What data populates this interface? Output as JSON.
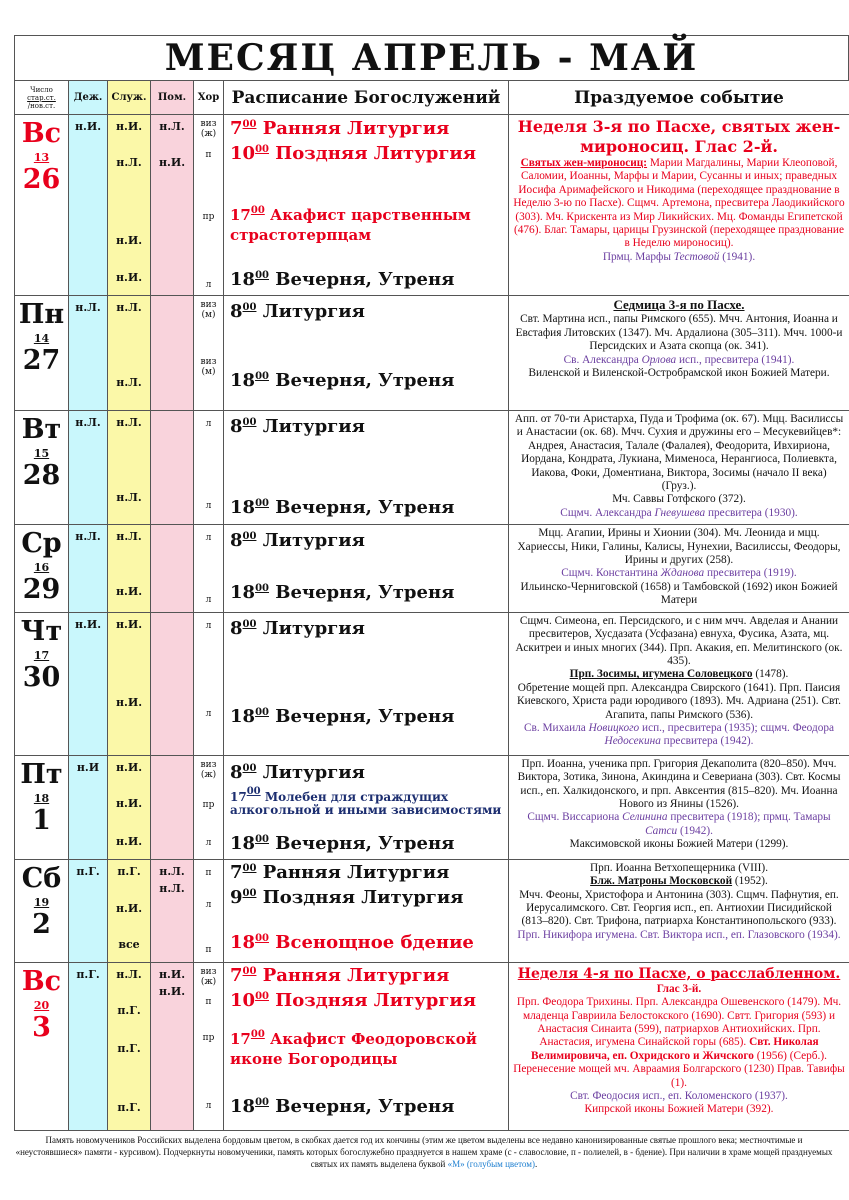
{
  "title": "МЕСЯЦ АПРЕЛЬ - МАЙ",
  "header": {
    "date": "Число",
    "old": "стар.ст.",
    "new": "/нов.ст.",
    "duty": "Деж.",
    "serve": "Служ.",
    "assist": "Пом.",
    "choir": "Хор",
    "schedule": "Расписание Богослужений",
    "event": "Праздуемое событие"
  },
  "colors": {
    "red": "#e8001c",
    "purple": "#6b3ea0",
    "navy": "#1c2e70",
    "blue": "#1e7fd0",
    "duty": "#c9f7fc",
    "serve": "#fbf8a8",
    "assist": "#f9d3dc"
  },
  "days": [
    {
      "weekday": "Вс",
      "old": "13",
      "new": "26",
      "holiday": true,
      "duty": [
        "н.И."
      ],
      "serve": [
        "н.И.",
        "н.Л.",
        "н.И.",
        "н.И."
      ],
      "assist": [
        "н.Л.",
        "н.И."
      ],
      "choir": [
        "виз (ж)",
        "п",
        "пр",
        "л"
      ],
      "services": [
        {
          "h": "7",
          "m": "00",
          "text": "Ранняя Литургия",
          "k": "red"
        },
        {
          "h": "10",
          "m": "00",
          "text": "Поздняя Литургия",
          "k": "red"
        },
        {
          "h": "17",
          "m": "00",
          "text": "Акафист царственным страстотерпцам",
          "k": "red"
        },
        {
          "h": "18",
          "m": "00",
          "text": "Вечерня, Утреня",
          "k": "black"
        }
      ],
      "event": [
        [
          {
            "t": "Неделя 3-я по Пасхе, святых жен-мироносиц. Глас 2-й.",
            "s": "title"
          }
        ],
        [
          {
            "t": "Святых жен-мироносиц:",
            "s": "red-bu"
          },
          {
            "t": " Марии Магдалины, Марии Клеоповой, Саломии, Иоанны, Марфы и Марии, Сусанны и иных; праведных Иосифа Аримафейского и Никодима (переходящее празднование в Неделю 3-ю по Пасхе). Сщмч. Артемона, пресвитера Лаодикийского (303). Мч. Крискента из Мир Ликийских. Мц. Фоманды Египетской (476). Благ. Тамары, царицы Грузинской (переходящее празднование в Неделю мироносиц).",
            "s": "red"
          }
        ],
        [
          {
            "t": "Прмц. Марфы ",
            "s": "purple"
          },
          {
            "t": "Тестовой",
            "s": "purple-i"
          },
          {
            "t": " (1941).",
            "s": "purple"
          }
        ]
      ]
    },
    {
      "weekday": "Пн",
      "old": "14",
      "new": "27",
      "holiday": false,
      "duty": [
        "н.Л."
      ],
      "serve": [
        "н.Л.",
        "н.Л."
      ],
      "assist": [],
      "choir": [
        "виз (м)",
        "виз (м)"
      ],
      "services": [
        {
          "h": "8",
          "m": "00",
          "text": "Литургия",
          "k": "black"
        },
        {
          "h": "18",
          "m": "00",
          "text": "Вечерня, Утреня",
          "k": "black"
        }
      ],
      "event": [
        [
          {
            "t": "Седмица 3-я по Пасхе.",
            "s": "bu-l"
          }
        ],
        [
          {
            "t": "Свт. Мартина исп., папы Римского (655). Мчч. Антония, Иоанна и Евстафия Литовских (1347). Мч. Ардалиона (305–311). Мчч. 1000-и Персидских и Азата скопца (ок. 341).",
            "s": "black"
          }
        ],
        [
          {
            "t": "Св. Александра ",
            "s": "purple"
          },
          {
            "t": "Орлова",
            "s": "purple-i"
          },
          {
            "t": " исп., пресвитера (1941).",
            "s": "purple"
          }
        ],
        [
          {
            "t": "Виленской и Виленской-Остробрамской икон Божией Матери.",
            "s": "black"
          }
        ]
      ]
    },
    {
      "weekday": "Вт",
      "old": "15",
      "new": "28",
      "holiday": false,
      "duty": [
        "н.Л."
      ],
      "serve": [
        "н.Л.",
        "н.Л."
      ],
      "assist": [],
      "choir": [
        "л",
        "л"
      ],
      "services": [
        {
          "h": "8",
          "m": "00",
          "text": "Литургия",
          "k": "black"
        },
        {
          "h": "18",
          "m": "00",
          "text": "Вечерня, Утреня",
          "k": "black"
        }
      ],
      "event": [
        [
          {
            "t": "Апп. от 70-ти Аристарха, Пуда и Трофима (ок. 67). Мцц. Василиссы и Анастасии (ок. 68). Мчч. Сухия и дружины его – Месукевийцев*: Андрея, Анастасия, Талале (Фалалея), Феодорита, Ивхириона, Иордана, Кондрата, Лукиана, Мименоса, Нерангиоса, Полиевкта, Иакова, Фоки, Доментиана, Виктора, Зосимы (начало II века) (Груз.).",
            "s": "black"
          }
        ],
        [
          {
            "t": "Мч. Саввы Готфского (372).",
            "s": "black"
          }
        ],
        [
          {
            "t": "Сщмч. Александра ",
            "s": "purple"
          },
          {
            "t": "Гневушева",
            "s": "purple-i"
          },
          {
            "t": " пресвитера (1930).",
            "s": "purple"
          }
        ]
      ]
    },
    {
      "weekday": "Ср",
      "old": "16",
      "new": "29",
      "holiday": false,
      "duty": [
        "н.Л."
      ],
      "serve": [
        "н.Л.",
        "н.И."
      ],
      "assist": [],
      "choir": [
        "л",
        "л"
      ],
      "services": [
        {
          "h": "8",
          "m": "00",
          "text": "Литургия",
          "k": "black"
        },
        {
          "h": "18",
          "m": "00",
          "text": "Вечерня, Утреня",
          "k": "black"
        }
      ],
      "event": [
        [
          {
            "t": "Мцц. Агапии, Ирины и Хионии (304). Мч. Леонида и мцц. Хариессы, Ники, Галины, Калисы, Нунехии, Василиссы, Феодоры, Ирины и других (258).",
            "s": "black"
          }
        ],
        [
          {
            "t": "Сщмч. Константина ",
            "s": "purple"
          },
          {
            "t": "Жданова",
            "s": "purple-i"
          },
          {
            "t": " пресвитера (1919).",
            "s": "purple"
          }
        ],
        [
          {
            "t": "Ильинско-Черниговской (1658) и Тамбовской (1692) икон Божией Матери",
            "s": "black"
          }
        ]
      ]
    },
    {
      "weekday": "Чт",
      "old": "17",
      "new": "30",
      "holiday": false,
      "duty": [
        "н.И."
      ],
      "serve": [
        "н.И.",
        "н.И."
      ],
      "assist": [],
      "choir": [
        "л",
        "л"
      ],
      "services": [
        {
          "h": "8",
          "m": "00",
          "text": "Литургия",
          "k": "black"
        },
        {
          "h": "18",
          "m": "00",
          "text": "Вечерня, Утреня",
          "k": "black"
        }
      ],
      "event": [
        [
          {
            "t": "Сщмч. Симеона, еп. Персидского, и с ним мчч. Авделая и Анании пресвитеров, Хусдазата (Усфазана) евнуха, Фусика, Азата, мц. Аскитреи и иных многих (344). Прп. Акакия, еп. Мелитинского (ок. 435).",
            "s": "black"
          }
        ],
        [
          {
            "t": "Прп. Зосимы, игумена Соловецкого",
            "s": "bu"
          },
          {
            "t": " (1478).",
            "s": "black"
          }
        ],
        [
          {
            "t": "Обретение мощей прп. Александра Свирского (1641). Прп. Паисия Киевского, Христа ради юродивого (1893). Мч. Адриана (251). Свт. Агапита, папы Римского (536).",
            "s": "black"
          }
        ],
        [
          {
            "t": "Св. Михаила ",
            "s": "purple"
          },
          {
            "t": "Новицкого",
            "s": "purple-i"
          },
          {
            "t": " исп., пресвитера (1935); сщмч. Феодора ",
            "s": "purple"
          },
          {
            "t": "Недосекина",
            "s": "purple-i"
          },
          {
            "t": " пресвитера (1942).",
            "s": "purple"
          }
        ]
      ]
    },
    {
      "weekday": "Пт",
      "old": "18",
      "new": "1",
      "holiday": false,
      "duty": [
        "н.И"
      ],
      "serve": [
        "н.И.",
        "н.И.",
        "н.И."
      ],
      "assist": [],
      "choir": [
        "виз (ж)",
        "пр",
        "л"
      ],
      "services": [
        {
          "h": "8",
          "m": "00",
          "text": "Литургия",
          "k": "black"
        },
        {
          "h": "17",
          "m": "00",
          "text": "Молебен для страждущих алкогольной и иными зависимостями",
          "k": "navy"
        },
        {
          "h": "18",
          "m": "00",
          "text": "Вечерня, Утреня",
          "k": "black"
        }
      ],
      "event": [
        [
          {
            "t": "Прп. Иоанна, ученика прп. Григория Декаполита (820–850). Мчч. Виктора, Зотика, Зинона, Акиндина и Севериана (303). Свт. Космы исп., еп. Халкидонского, и прп. Авксентия (815–820). Мч. Иоанна Нового из Янины (1526).",
            "s": "black"
          }
        ],
        [
          {
            "t": "Сщмч. Виссариона ",
            "s": "purple"
          },
          {
            "t": "Селинина",
            "s": "purple-i"
          },
          {
            "t": " пресвитера (1918); прмц. Тамары ",
            "s": "purple"
          },
          {
            "t": "Сатси",
            "s": "purple-i"
          },
          {
            "t": " (1942).",
            "s": "purple"
          }
        ],
        [
          {
            "t": "Максимовской иконы Божией Матери (1299).",
            "s": "black"
          }
        ]
      ]
    },
    {
      "weekday": "Сб",
      "old": "19",
      "new": "2",
      "holiday": false,
      "duty": [
        "п.Г."
      ],
      "serve": [
        "п.Г.",
        "н.И.",
        "все"
      ],
      "assist": [
        "н.Л.",
        "н.Л."
      ],
      "choir": [
        "п",
        "л",
        "п"
      ],
      "services": [
        {
          "h": "7",
          "m": "00",
          "text": "Ранняя Литургия",
          "k": "black"
        },
        {
          "h": "9",
          "m": "00",
          "text": "Поздняя Литургия",
          "k": "black"
        },
        {
          "h": "18",
          "m": "00",
          "text": "Всенощное бдение",
          "k": "red"
        }
      ],
      "event": [
        [
          {
            "t": "Прп. Иоанна Ветхопещерника (VIII).",
            "s": "black"
          }
        ],
        [
          {
            "t": "Блж. Матроны Московской",
            "s": "bu"
          },
          {
            "t": " (1952).",
            "s": "black"
          }
        ],
        [
          {
            "t": "Мчч. Феоны, Христофора и Антонина (303). Сщмч. Пафнутия, еп. Иерусалимского. Свт. Георгия исп., еп. Антиохии Писидийской (813–820). Свт. Трифона, патриарха Константинопольского (933). ",
            "s": "black"
          },
          {
            "t": "Прп. Никифора игумена. Свт. Виктора исп., еп. Глазовского (1934).",
            "s": "purple"
          }
        ]
      ]
    },
    {
      "weekday": "Вс",
      "old": "20",
      "new": "3",
      "holiday": true,
      "duty": [
        "п.Г."
      ],
      "serve": [
        "н.Л.",
        "п.Г.",
        "п.Г.",
        "п.Г."
      ],
      "assist": [
        "н.И.",
        "н.И."
      ],
      "choir": [
        "виз (ж)",
        "п",
        "пр",
        "л"
      ],
      "services": [
        {
          "h": "7",
          "m": "00",
          "text": "Ранняя Литургия",
          "k": "red"
        },
        {
          "h": "10",
          "m": "00",
          "text": "Поздняя Литургия",
          "k": "red"
        },
        {
          "h": "17",
          "m": "00",
          "text": "Акафист Феодоровской иконе Богородицы",
          "k": "red"
        },
        {
          "h": "18",
          "m": "00",
          "text": "Вечерня, Утреня",
          "k": "black"
        }
      ],
      "event": [
        [
          {
            "t": "Неделя 4-я по Пасхе, о расслабленном.",
            "s": "title-u"
          }
        ],
        [
          {
            "t": "Глас 3-й.",
            "s": "red-b"
          }
        ],
        [
          {
            "t": "Прп. Феодора Трихины. Прп. Александра Ошевенского (1479). Мч. младенца Гавриила Белостокского (1690). Свтт. Григория (593) и Анастасия Синаита (599), патриархов Антиохийских. Прп. Анастасия, игумена Синайской горы (685). ",
            "s": "red"
          },
          {
            "t": "Свт. Николая Велимировича, еп. Охридского и Жичского",
            "s": "red-b"
          },
          {
            "t": " (1956) (Серб.). Перенесение мощей мч. Авраамия Болгарского (1230) Прав. Тавифы (1).",
            "s": "red"
          }
        ],
        [
          {
            "t": "Свт. Феодосия исп., еп. Коломенского (1937).",
            "s": "purple"
          }
        ],
        [
          {
            "t": "Кипрской иконы Божией Матери (392).",
            "s": "red"
          }
        ]
      ]
    }
  ],
  "footer": {
    "text": "Память новомучеников Российских выделена бордовым цветом, в скобках дается год их кончины (этим же цветом выделены все недавно канонизированные святые прошлого века; местночтимые и «неустоявшиеся» памяти - курсивом). Подчеркнуты новомученики, память которых богослужебно празднуется в нашем храме (с - славословие, п - полиелей, в - бдение). При наличии в храме мощей празднуемых святых их память выделена буквой ",
    "highlight": "«М» (голубым цветом)",
    "end": "."
  }
}
